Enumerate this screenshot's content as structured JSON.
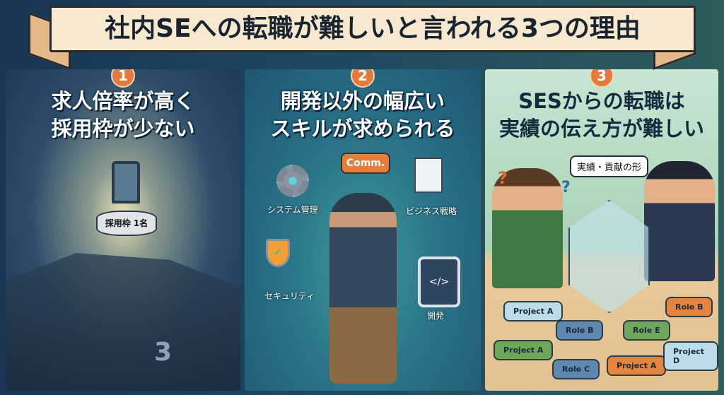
{
  "banner": {
    "title": "社内SEへの転職が難しいと言われる3つの理由"
  },
  "panels": [
    {
      "number": "1",
      "title_lines": [
        "求人倍率が高く",
        "採用枠が少ない"
      ],
      "labels": {
        "pedestal": "採用枠 1名",
        "floor_number": "3"
      }
    },
    {
      "number": "2",
      "title_lines": [
        "開発以外の幅広い",
        "スキルが求められる"
      ],
      "labels": {
        "comm": "Comm.",
        "system": "システム管理",
        "business": "ビジネス戦略",
        "security": "セキュリティ",
        "dev": "開発",
        "code": "</>"
      }
    },
    {
      "number": "3",
      "title_lines": [
        "SESからの転職は",
        "実績の伝え方が難しい"
      ],
      "labels": {
        "bubble": "実績・貢献の形",
        "q1": "?",
        "q2": "?"
      },
      "pieces": [
        "Project A",
        "Role B",
        "Role B",
        "Role E",
        "Project A",
        "Role C",
        "Project A",
        "Project D"
      ]
    }
  ],
  "colors": {
    "accent": "#e27a3e",
    "banner": "#f7e9cf",
    "panel3_bg": "#c9e6d2"
  }
}
